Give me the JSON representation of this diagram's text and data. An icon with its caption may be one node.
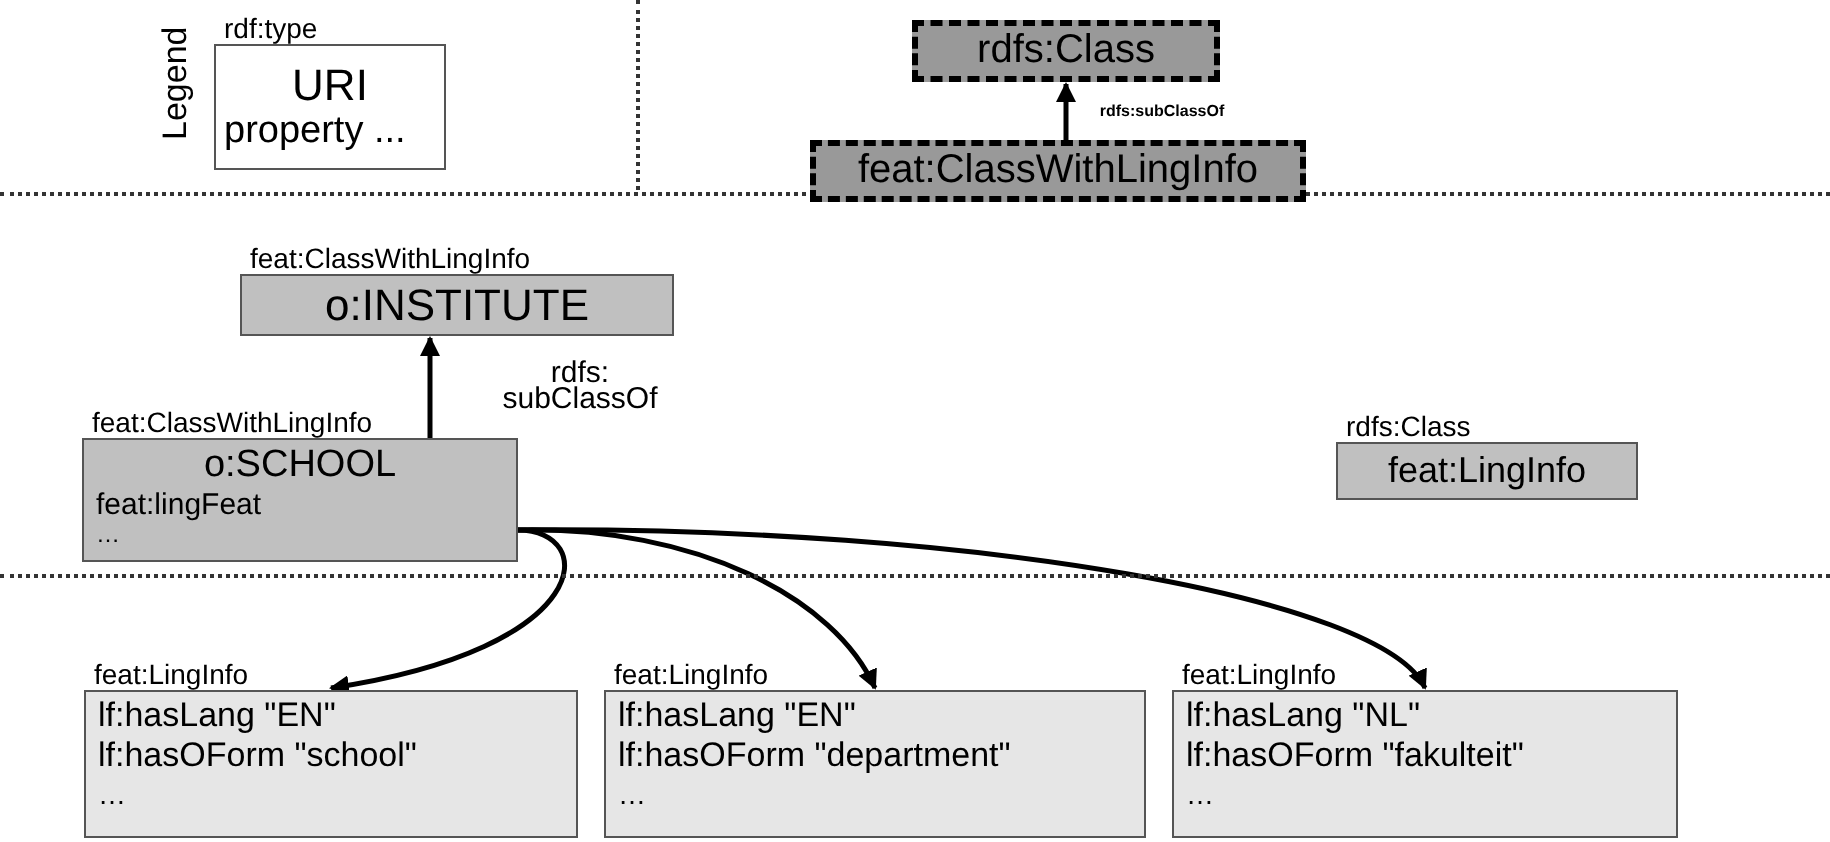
{
  "diagram": {
    "nodes": [
      {
        "text": [
          "rdf:type",
          "URI",
          "property ..."
        ]
      },
      {
        "text": [
          "rdfs:Class"
        ]
      },
      {
        "text": [
          "feat:ClassWithLingInfo"
        ]
      },
      {
        "text": [
          "feat:ClassWithLingInfo",
          "o:INSTITUTE"
        ]
      },
      {
        "text": [
          "feat:ClassWithLingInfo",
          "o:SCHOOL",
          "feat:lingFeat",
          "…"
        ]
      },
      {
        "text": [
          "rdfs:Class",
          "feat:LingInfo"
        ]
      },
      {
        "text": [
          "feat:LingInfo",
          "lf:hasLang \"EN\"",
          "lf:hasOForm \"school\"",
          "…"
        ]
      },
      {
        "text": [
          "feat:LingInfo",
          "lf:hasLang \"EN\"",
          "lf:hasOForm \"department\"",
          "…"
        ]
      },
      {
        "text": [
          "feat:LingInfo",
          "lf:hasLang \"NL\"",
          "lf:hasOForm \"fakulteit\"",
          "…"
        ]
      }
    ],
    "edges": [
      {
        "from": 2,
        "to": 1,
        "arrow": "to",
        "label": "rdfs:subClassOf"
      },
      {
        "from": 4,
        "to": 3,
        "arrow": "to",
        "label": "rdfs: subClassOf"
      },
      {
        "from": 4,
        "to": 6,
        "arrow": "to"
      },
      {
        "from": 4,
        "to": 7,
        "arrow": "to"
      },
      {
        "from": 4,
        "to": 8,
        "arrow": "to"
      }
    ],
    "labels": [
      "Legend"
    ]
  }
}
